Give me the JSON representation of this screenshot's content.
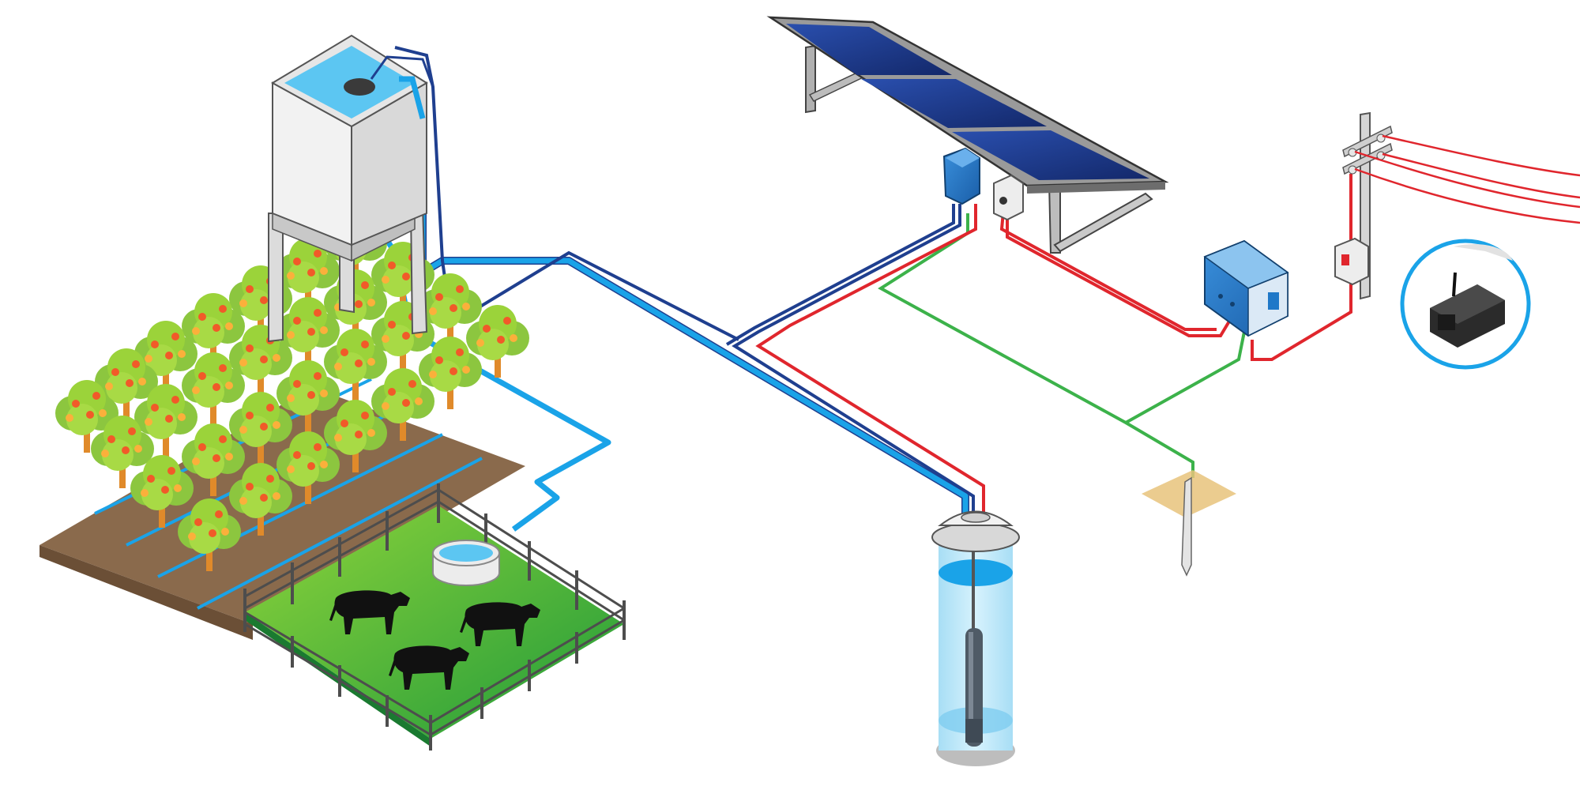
{
  "colors": {
    "water_pipe": "#1aa3e8",
    "water_pipe_dark": "#1f3f8f",
    "power_red": "#e0262d",
    "ground_green": "#3cb24a",
    "tank_wall": "#e8e8e8",
    "tank_water": "#5cc6f2",
    "solar_cell": "#1d3c8e",
    "frame_grey": "#8a8a8a",
    "controller_blue": "#1f78c8",
    "grass": "#3db93d",
    "soil": "#8a6a4c",
    "foliage": "#9bd33a",
    "fruit": "#f15a29",
    "well_water": "#bfe9fb",
    "cow": "#111111"
  },
  "components": [
    {
      "name": "water-tower",
      "icon": "water-tower-icon"
    },
    {
      "name": "solar-panel-array",
      "icon": "solar-panel-icon"
    },
    {
      "name": "pump-controller",
      "icon": "controller-box-icon"
    },
    {
      "name": "disconnect-switch",
      "icon": "switch-box-icon"
    },
    {
      "name": "inverter-box",
      "icon": "inverter-icon"
    },
    {
      "name": "utility-pole",
      "icon": "power-pole-icon"
    },
    {
      "name": "backup-generator",
      "icon": "generator-icon"
    },
    {
      "name": "well-casing",
      "icon": "submersible-pump-icon"
    },
    {
      "name": "ground-rod",
      "icon": "ground-rod-icon"
    },
    {
      "name": "orchard",
      "icon": "fruit-tree-icon"
    },
    {
      "name": "livestock-pen",
      "icon": "cow-icon"
    },
    {
      "name": "water-trough",
      "icon": "trough-icon"
    }
  ]
}
